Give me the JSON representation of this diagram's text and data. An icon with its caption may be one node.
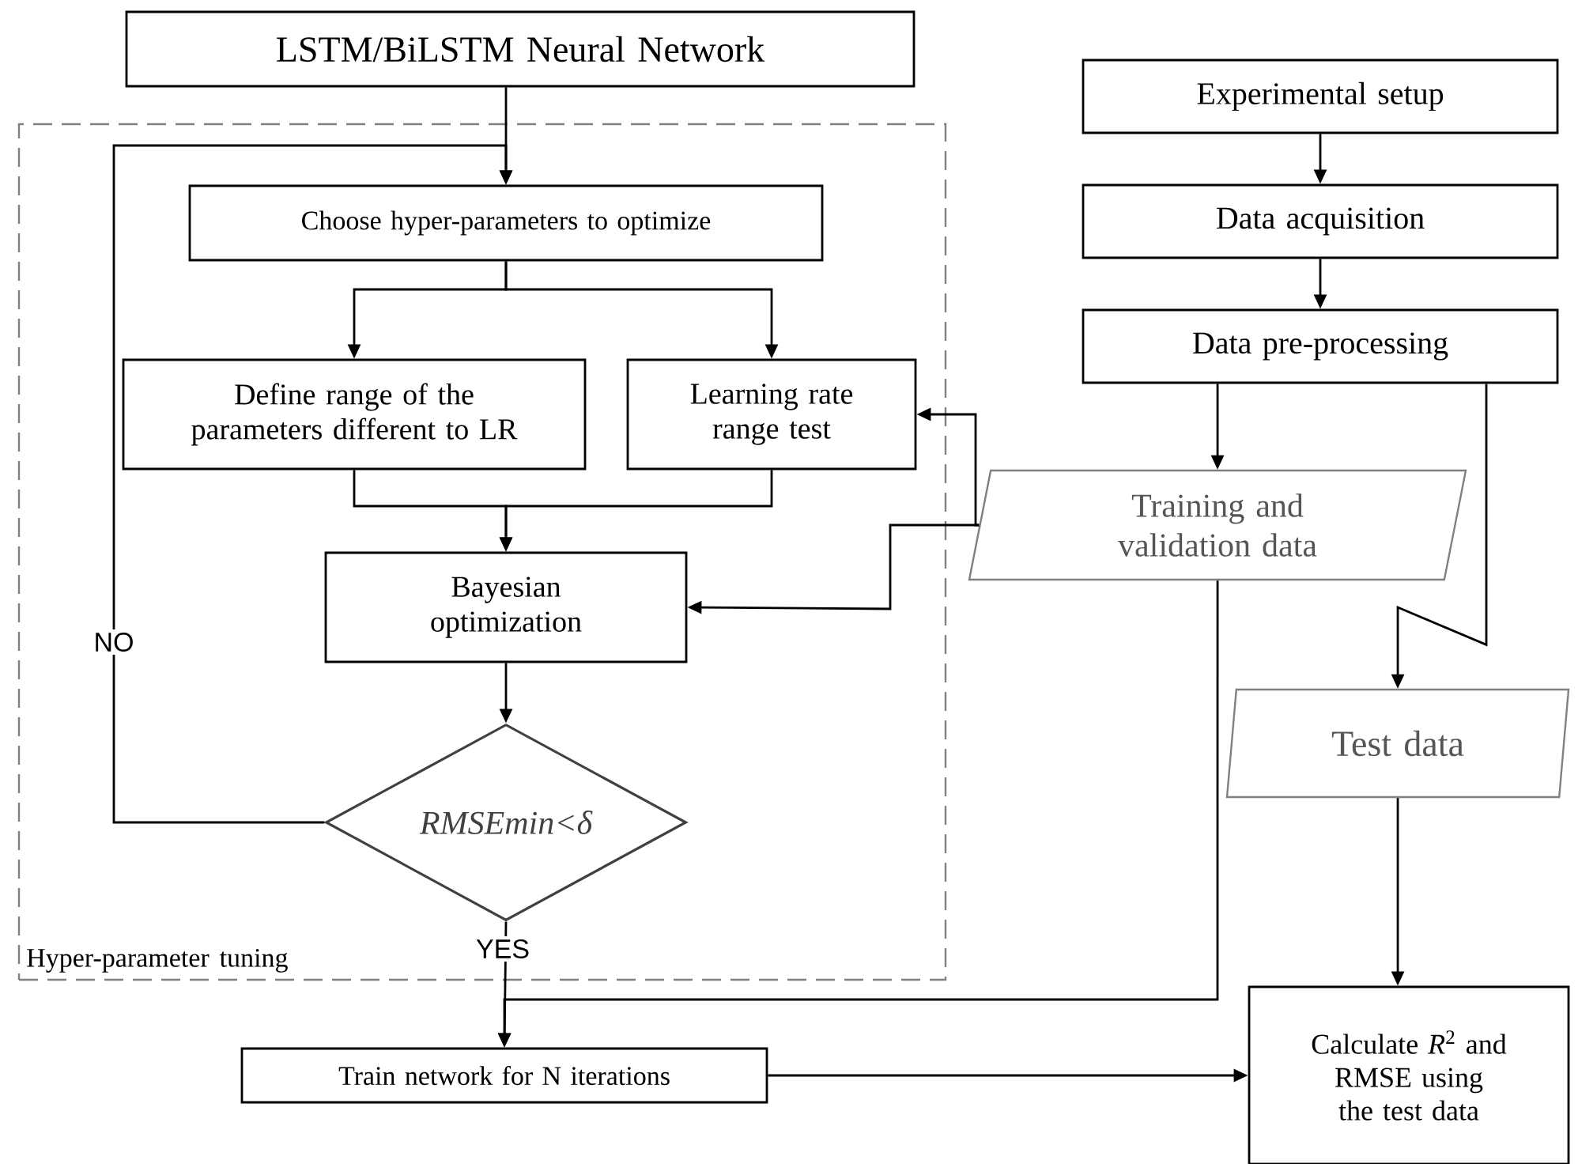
{
  "diagram": {
    "nodes": [
      {
        "text": [
          "LSTM/BiLSTM Neural Network"
        ]
      },
      {
        "text": [
          "Hyper-parameter tuning"
        ]
      },
      {
        "text": [
          "Choose hyper-parameters to optimize"
        ],
        "in": 1
      },
      {
        "text": [
          "Define range of the parameters different to LR"
        ],
        "in": 1
      },
      {
        "text": [
          "Learning rate range test"
        ],
        "in": 1
      },
      {
        "text": [
          "Bayesian optimization"
        ],
        "in": 1
      },
      {
        "text": [
          "RMSEmin<δ"
        ],
        "in": 1
      },
      {
        "text": [
          "Train network for N iterations"
        ]
      },
      {
        "text": [
          "Experimental setup"
        ]
      },
      {
        "text": [
          "Data acquisition"
        ]
      },
      {
        "text": [
          "Data pre-processing"
        ]
      },
      {
        "text": [
          "Training and validation data"
        ]
      },
      {
        "text": [
          "Test data"
        ]
      },
      {
        "text": [
          "Calculate *R*$^{2}$ and RMSE using the test data"
        ]
      }
    ],
    "edges": [
      {
        "from": 0,
        "to": 2,
        "arrow": "to"
      },
      {
        "from": 2,
        "to": 3,
        "arrow": "to"
      },
      {
        "from": 2,
        "to": 4,
        "arrow": "to"
      },
      {
        "from": 3,
        "to": 5,
        "arrow": "to"
      },
      {
        "from": 4,
        "to": 5,
        "arrow": "to"
      },
      {
        "from": 5,
        "to": 6,
        "arrow": "to"
      },
      {
        "from": 6,
        "to": 2,
        "arrow": "to",
        "label": "NO"
      },
      {
        "from": 6,
        "to": 7,
        "arrow": "to",
        "label": "YES"
      },
      {
        "from": 8,
        "to": 9,
        "arrow": "to"
      },
      {
        "from": 9,
        "to": 10,
        "arrow": "to"
      },
      {
        "from": 10,
        "to": 11,
        "arrow": "to"
      },
      {
        "from": 10,
        "to": 12,
        "arrow": "to"
      },
      {
        "from": 11,
        "to": 4,
        "arrow": "to"
      },
      {
        "from": 11,
        "to": 5,
        "arrow": "to"
      },
      {
        "from": 11,
        "to": 7,
        "arrow": "to"
      },
      {
        "from": 12,
        "to": 13,
        "arrow": "to"
      },
      {
        "from": 7,
        "to": 13,
        "arrow": "to"
      }
    ]
  }
}
